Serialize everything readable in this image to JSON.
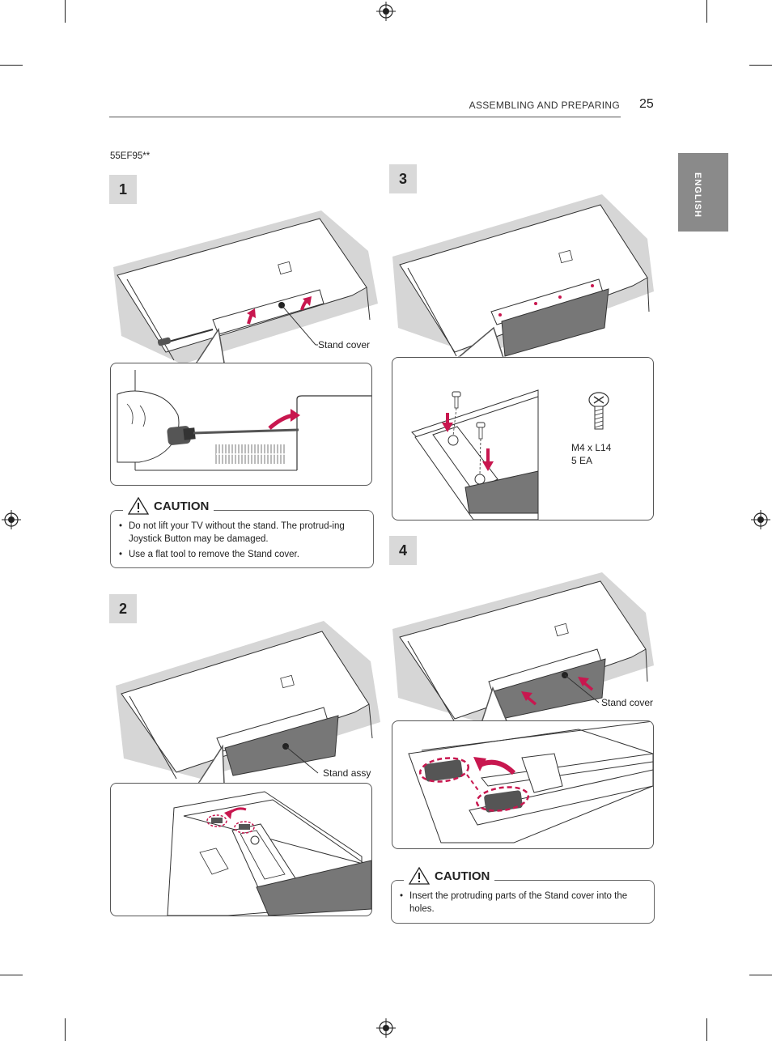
{
  "header": {
    "section": "ASSEMBLING AND PREPARING",
    "page_number": "25"
  },
  "model": "55EF95**",
  "language_tab": "ENGLISH",
  "steps": {
    "one": {
      "number": "1",
      "callout": "Stand cover"
    },
    "two": {
      "number": "2",
      "callout": "Stand assy"
    },
    "three": {
      "number": "3",
      "screw_size": "M4 x L14",
      "screw_qty": "5 EA"
    },
    "four": {
      "number": "4",
      "callout": "Stand cover"
    }
  },
  "caution_1": {
    "title": "CAUTION",
    "items": [
      "Do not lift your TV without the stand. The protrud-ing Joystick Button may be damaged.",
      "Use a flat tool to remove the Stand cover."
    ]
  },
  "caution_2": {
    "title": "CAUTION",
    "items": [
      "Insert the protruding parts of the Stand cover into the holes."
    ]
  },
  "colors": {
    "accent": "#c8174f",
    "tab": "#8a8a8a",
    "step_bg": "#d9d9d9",
    "part_gray": "#777777",
    "shadow": "#d6d6d6"
  }
}
